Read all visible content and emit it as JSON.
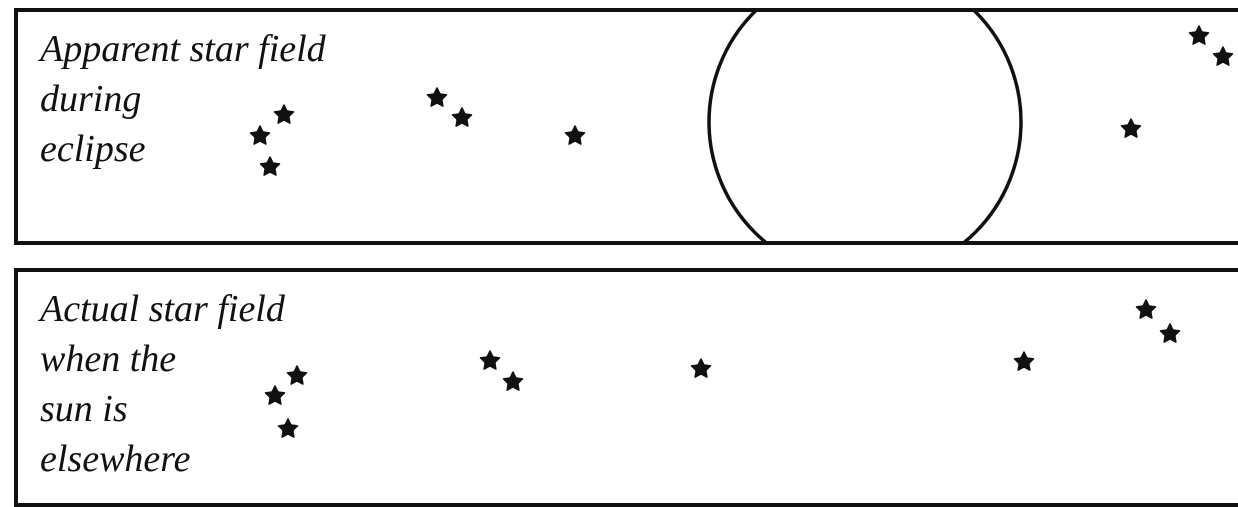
{
  "panels": {
    "top": {
      "label_lines": [
        "Apparent star field",
        "during",
        "eclipse"
      ]
    },
    "bottom": {
      "label_lines": [
        "Actual star field",
        "when the",
        "sun is",
        "elsewhere"
      ]
    }
  },
  "colors": {
    "ink": "#111111",
    "background": "#ffffff"
  },
  "icons": {
    "star": "star-icon",
    "sun": "sun-disk-outline"
  }
}
